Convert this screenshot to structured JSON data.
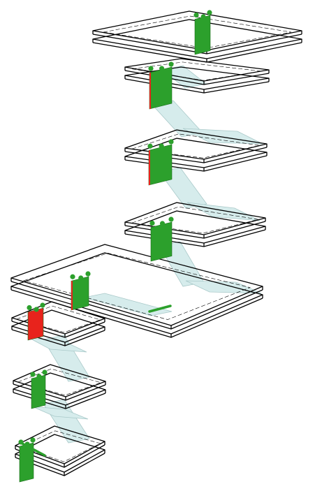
{
  "diagram": {
    "kind": "isometric-wireframe-building",
    "colors": {
      "outline": "#000000",
      "stair": "#d6ecec",
      "stair_edge": "#a9c9c9",
      "riser_green": "#2ca02c",
      "riser_red": "#e8231c",
      "node_green": "#2ca02c",
      "background": "#ffffff"
    },
    "levels": [
      {
        "id": "level-1",
        "label": ""
      },
      {
        "id": "level-2",
        "label": ""
      },
      {
        "id": "level-3",
        "label": ""
      },
      {
        "id": "level-4",
        "label": ""
      },
      {
        "id": "level-5-large",
        "label": ""
      },
      {
        "id": "level-6",
        "label": ""
      },
      {
        "id": "level-7",
        "label": ""
      },
      {
        "id": "level-8",
        "label": ""
      },
      {
        "id": "level-9",
        "label": ""
      }
    ]
  }
}
